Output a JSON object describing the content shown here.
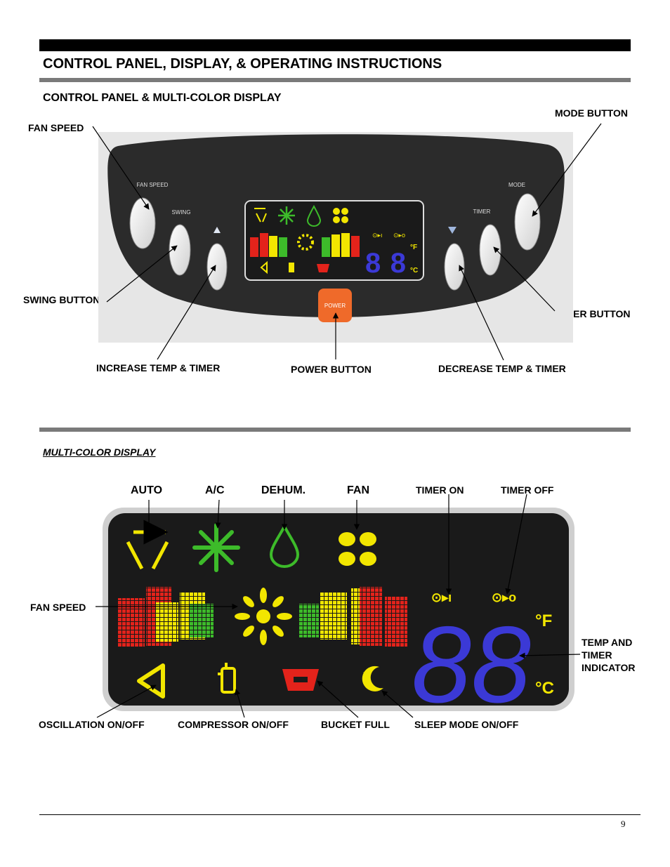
{
  "header": {
    "title": "CONTROL PANEL, DISPLAY, & OPERATING INSTRUCTIONS",
    "subtitle": "CONTROL PANEL & MULTI-COLOR DISPLAY"
  },
  "control_panel": {
    "button_labels": {
      "fan_speed": "FAN SPEED",
      "swing": "SWING",
      "mode": "MODE",
      "timer": "TIMER",
      "power": "POWER"
    },
    "callouts": {
      "fan_speed": "FAN SPEED",
      "mode_button": "MODE BUTTON",
      "swing_button": "SWING BUTTON",
      "timer_button": "TIMER BUTTON",
      "increase": "INCREASE TEMP & TIMER",
      "power_button": "POWER BUTTON",
      "decrease": "DECREASE TEMP & TIMER"
    }
  },
  "display_section": {
    "title": "MULTI-COLOR DISPLAY",
    "callouts": {
      "auto": "AUTO",
      "ac": "A/C",
      "dehum": "DEHUM.",
      "fan": "FAN",
      "timer_on": "TIMER ON",
      "timer_off": "TIMER OFF",
      "fan_speed": "FAN SPEED",
      "temp_line1": "TEMP AND",
      "temp_line2": "TIMER",
      "temp_line3": "INDICATOR",
      "oscillation": "OSCILLATION ON/OFF",
      "compressor": "COMPRESSOR ON/OFF",
      "bucket": "BUCKET FULL",
      "sleep": "SLEEP MODE ON/OFF"
    },
    "units": {
      "f": "°F",
      "c": "°C"
    },
    "digits": "88"
  },
  "colors": {
    "panel": "#2b2b2b",
    "display_bg": "#1a1a1a",
    "yellow": "#f2e600",
    "green": "#3dbb2a",
    "red": "#e3231b",
    "blue": "#3b39d6",
    "power": "#ef6a2a"
  },
  "icons": [
    "auto-icon",
    "snowflake-icon",
    "droplet-icon",
    "fan-icon",
    "oscillation-icon",
    "compressor-icon",
    "bucket-icon",
    "moon-icon",
    "timer-on-icon",
    "timer-off-icon"
  ],
  "footer": {
    "page_number": "9"
  }
}
